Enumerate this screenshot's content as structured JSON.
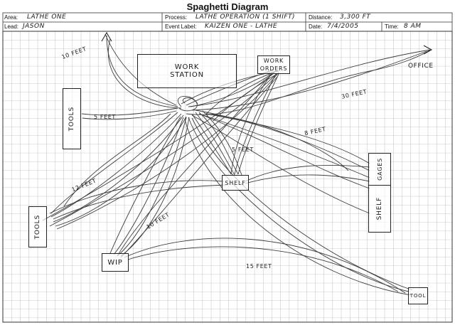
{
  "title": "Spaghetti Diagram",
  "header": {
    "area_label": "Area:",
    "area_value": "LATHE ONE",
    "process_label": "Process:",
    "process_value": "LATHE OPERATION (1 SHIFT)",
    "distance_label": "Distance:",
    "distance_value": "3,300 FT",
    "lead_label": "Lead:",
    "lead_value": "JASON",
    "event_label": "Event Label:",
    "event_value": "KAIZEN ONE - LATHE",
    "date_label": "Date:",
    "date_value": "7/4/2005",
    "time_label": "Time:",
    "time_value": "8 AM"
  },
  "stations": {
    "work_station": "WORK STATION",
    "work_orders": "WORK ORDERS",
    "tools_left_upper": "TOOLS",
    "tools_left_lower": "TOOLS",
    "shelf_center": "SHELF",
    "shelf_right": "SHELF",
    "gages": "GAGES",
    "wip": "WIP",
    "tool_bottom": "TOOL",
    "office": "OFFICE"
  },
  "distances": {
    "d_10_top": "10 FEET",
    "d_5_left": "5 FEET",
    "d_12": "12 FEET",
    "d_10_mid": "10 FEET",
    "d_5_center": "5 FEET",
    "d_8": "8 FEET",
    "d_30": "30 FEET",
    "d_15": "15 FEET"
  }
}
